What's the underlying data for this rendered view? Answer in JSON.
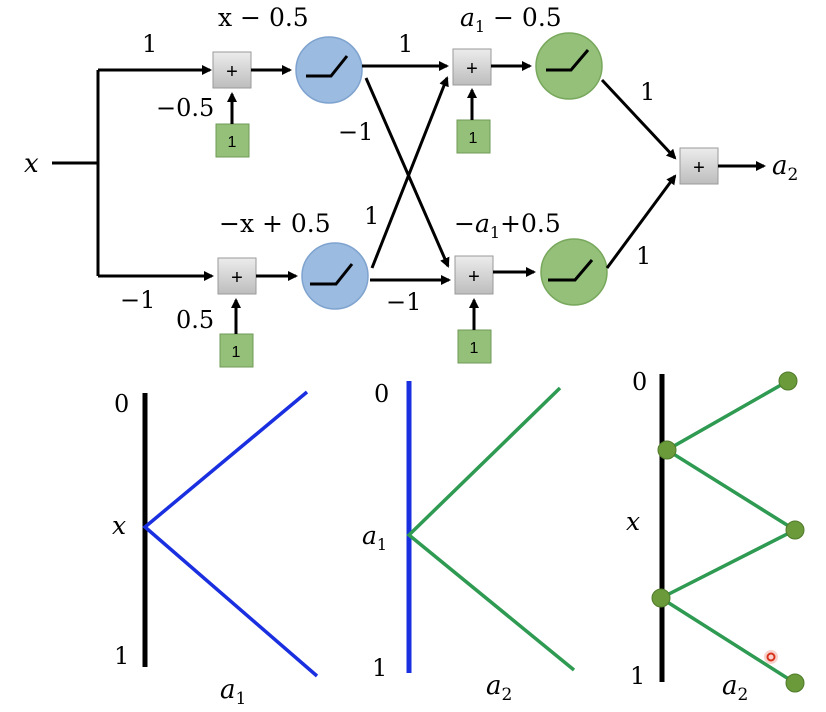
{
  "network": {
    "input_label": "x",
    "top_input_weight": "1",
    "top_bias_weight": "−0.5",
    "top_sum_label": "x − 0.5",
    "bottom_input_weight": "−1",
    "bottom_bias_weight": "0.5",
    "bottom_sum_label": "−x + 0.5",
    "cross_top_to_top": "1",
    "cross_top_to_bottom": "−1",
    "cross_bottom_to_top": "1",
    "cross_bottom_to_bottom": "−1",
    "layer2_top_label_var": "a",
    "layer2_top_label_sub": "1",
    "layer2_top_label_rest": " − 0.5",
    "layer2_bottom_label_prefix": "−a",
    "layer2_bottom_label_sub": "1",
    "layer2_bottom_label_rest": "+0.5",
    "out_weight_top": "1",
    "out_weight_bottom": "1",
    "output_var": "a",
    "output_sub": "2",
    "plus_symbol": "+",
    "bias_value": "1"
  },
  "plots": {
    "p1_top": "0",
    "p1_mid": "x",
    "p1_bottom": "1",
    "p1_xlabel_var": "a",
    "p1_xlabel_sub": "1",
    "p2_top": "0",
    "p2_mid_var": "a",
    "p2_mid_sub": "1",
    "p2_bottom": "1",
    "p2_xlabel_var": "a",
    "p2_xlabel_sub": "2",
    "p3_top": "0",
    "p3_mid": "x",
    "p3_bottom": "1",
    "p3_xlabel_var": "a",
    "p3_xlabel_sub": "2"
  },
  "colors": {
    "blue_node": "#9bbbe0",
    "green_node": "#94c07a",
    "bias_box": "#94c07a",
    "sum_box": "#d0d0d0",
    "blue_line": "#1a2fe0",
    "green_line": "#2e9a52",
    "green_dot": "#6a9a3a"
  }
}
